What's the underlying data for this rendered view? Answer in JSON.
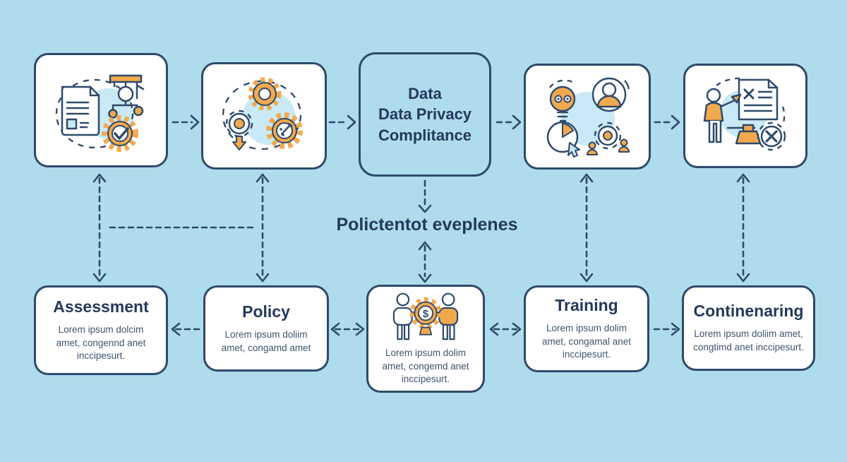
{
  "colors": {
    "background": "#afdcec",
    "outline_navy": "#2e4a6b",
    "heading_navy": "#24395c",
    "body_text": "#3e5470",
    "accent_orange": "#f2a94e",
    "icon_blue": "#c9e9f6",
    "card_white": "#ffffff"
  },
  "center_box": {
    "lines": [
      "Data",
      "Data Privacy",
      "Complitance"
    ]
  },
  "connector_label": "Polictentot eveplenes",
  "top_row": {
    "box1_icon": "compliance-records-icon",
    "box2_icon": "gears-process-icon",
    "box4_icon": "ideas-review-icon",
    "box5_icon": "presentation-audit-icon"
  },
  "bottom_row": {
    "assessment": {
      "title": "Assessment",
      "body": "Lorem ipsum dolcim amet, congennd anet inccipesurt."
    },
    "policy": {
      "title": "Policy",
      "body": "Lorem ipsum doliim amet, congamd amet"
    },
    "finance": {
      "icon": "partnership-finance-icon",
      "body": "Lorem ipsum dolim amet, congemd anet inccipesurt."
    },
    "training": {
      "title": "Training",
      "body": "Lorem ipsum dolim amet, congamal anet inccipesurt."
    },
    "continenaring": {
      "title": "Continenaring",
      "body": "Lorem ipsum doliim amet, congtimd anet inccipesurt."
    }
  },
  "icons": {
    "dollar_glyph": "$"
  }
}
